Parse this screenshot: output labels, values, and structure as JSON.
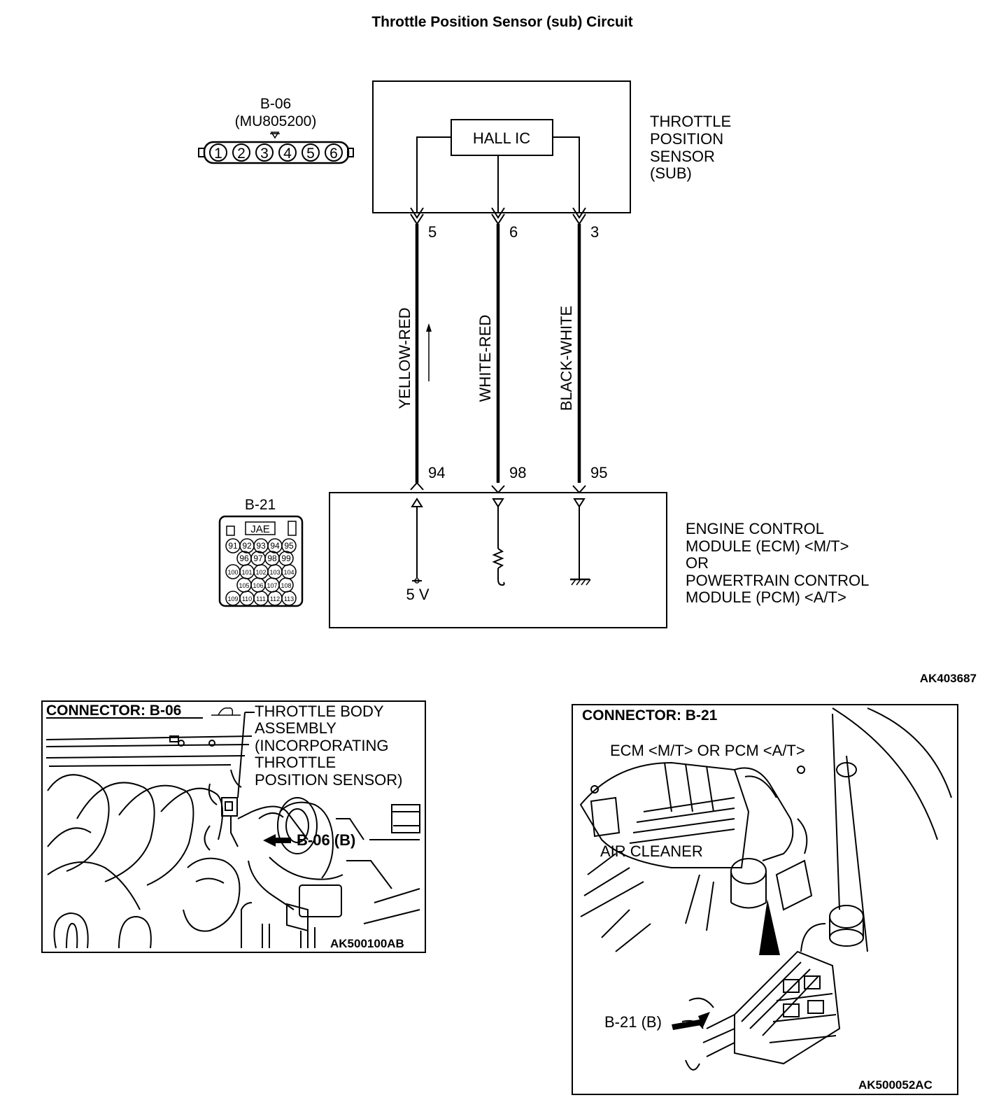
{
  "title": "Throttle Position Sensor (sub) Circuit",
  "figure_code": "AK403687",
  "connector_b06": {
    "name": "B-06",
    "part": "(MU805200)",
    "pins": [
      "1",
      "2",
      "3",
      "4",
      "5",
      "6"
    ]
  },
  "sensor": {
    "label_lines": [
      "THROTTLE",
      "POSITION",
      "SENSOR",
      "(SUB)"
    ],
    "ic": "HALL IC",
    "pins": [
      "5",
      "6",
      "3"
    ]
  },
  "wires": [
    "YELLOW-RED",
    "WHITE-RED",
    "BLACK-WHITE"
  ],
  "module_pins": [
    "94",
    "98",
    "95"
  ],
  "connector_b21": {
    "name": "B-21",
    "brand": "JAE",
    "rows": [
      [
        "91",
        "92",
        "93",
        "94",
        "95"
      ],
      [
        "96",
        "97",
        "98",
        "99"
      ],
      [
        "100",
        "101",
        "102",
        "103",
        "104"
      ],
      [
        "105",
        "106",
        "107",
        "108"
      ],
      [
        "109",
        "110",
        "111",
        "112",
        "113"
      ]
    ]
  },
  "module": {
    "label_lines": [
      "ENGINE CONTROL",
      "MODULE (ECM) <M/T>",
      "OR",
      "POWERTRAIN CONTROL",
      "MODULE (PCM) <A/T>"
    ],
    "supply": "5 V"
  },
  "panel_left": {
    "heading": "CONNECTOR: B-06",
    "desc_lines": [
      "THROTTLE BODY",
      "ASSEMBLY",
      "(INCORPORATING",
      "THROTTLE",
      "POSITION SENSOR)"
    ],
    "callout": "B-06 (B)",
    "code": "AK500100AB"
  },
  "panel_right": {
    "heading": "CONNECTOR: B-21",
    "ecm_label": "ECM <M/T> OR PCM <A/T>",
    "air_label": "AIR CLEANER",
    "callout": "B-21 (B)",
    "code": "AK500052AC"
  }
}
